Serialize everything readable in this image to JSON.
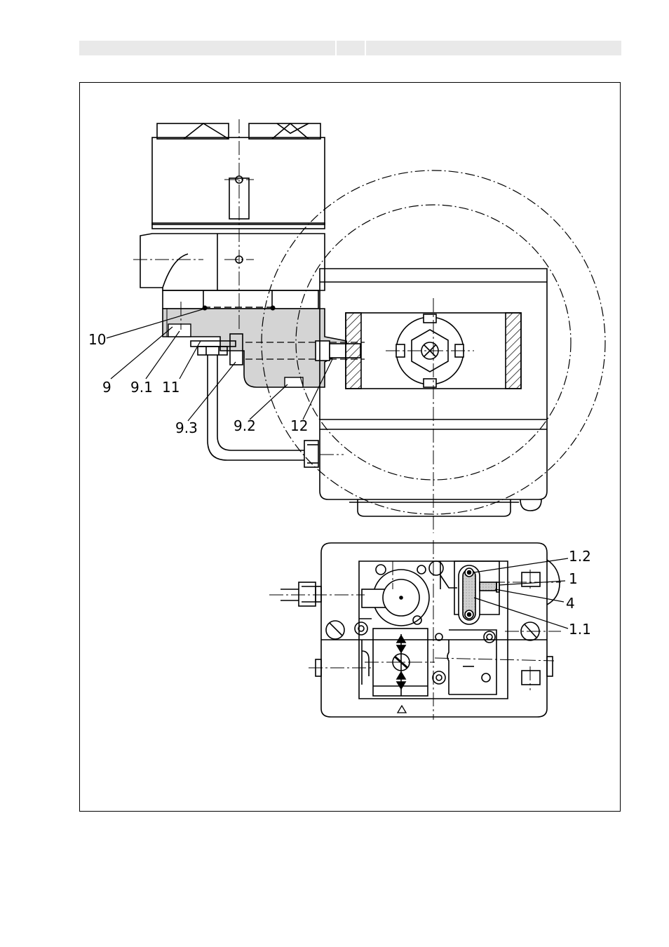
{
  "header": {
    "section_left": "",
    "section_mid": "",
    "section_right": ""
  },
  "figure": {
    "labels": {
      "l10": "10",
      "l9": "9",
      "l9_1": "9.1",
      "l11": "11",
      "l9_3": "9.3",
      "l9_2": "9.2",
      "l12": "12",
      "l1_2": "1.2",
      "l1": "1",
      "l4": "4",
      "l1_1": "1.1"
    },
    "colors": {
      "shade": "#d4d4d4",
      "line": "#000000",
      "header": "#e9e9e9"
    }
  }
}
